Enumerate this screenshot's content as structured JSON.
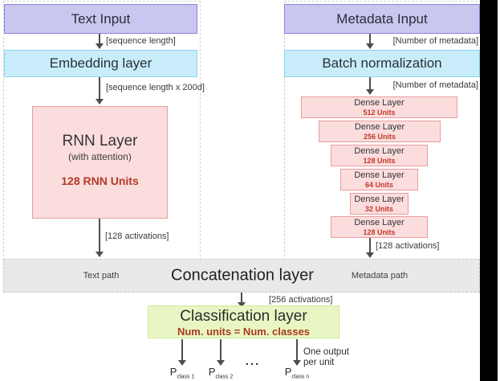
{
  "diagram": {
    "text_path": {
      "input": "Text Input",
      "input_out": "[sequence length]",
      "embedding": "Embedding layer",
      "embedding_out": "[sequence length x 200d]",
      "rnn": {
        "title": "RNN Layer",
        "subtitle": "(with attention)",
        "units": "128 RNN Units"
      },
      "out": "[128 activations]",
      "path_label": "Text path"
    },
    "metadata_path": {
      "input": "Metadata Input",
      "input_out": "[Number of metadata]",
      "batchnorm": "Batch normalization",
      "batchnorm_out": "[Number of metadata]",
      "dense_layers": [
        {
          "title": "Dense Layer",
          "units": "512 Units"
        },
        {
          "title": "Dense Layer",
          "units": "256 Units"
        },
        {
          "title": "Dense Layer",
          "units": "128 Units"
        },
        {
          "title": "Dense Layer",
          "units": "64 Units"
        },
        {
          "title": "Dense Layer",
          "units": "32 Units"
        },
        {
          "title": "Dense Layer",
          "units": "128 Units"
        }
      ],
      "out": "[128 activations]",
      "path_label": "Metadata path"
    },
    "concatenation": {
      "label": "Concatenation layer",
      "out": "[256 activations]"
    },
    "classification": {
      "title": "Classification layer",
      "subtitle": "Num. units = Num. classes"
    },
    "outputs": {
      "ellipsis": "...",
      "note_line1": "One output",
      "note_line2": "per unit",
      "p": [
        {
          "base": "P",
          "sub": "class 1"
        },
        {
          "base": "P",
          "sub": "class 2"
        },
        {
          "base": "P",
          "sub": "class n"
        }
      ]
    },
    "colors": {
      "input_fill": "#c9c6ef",
      "input_border": "#8b86d8",
      "process_fill": "#c9ecfa",
      "process_border": "#8bd5f1",
      "pink_fill": "#fbdddd",
      "pink_border": "#ea9c9c",
      "band_fill": "#e9e9e9",
      "green_fill": "#e9f6c4",
      "green_border": "#d2e79c",
      "accent_red": "#a93a20"
    }
  }
}
